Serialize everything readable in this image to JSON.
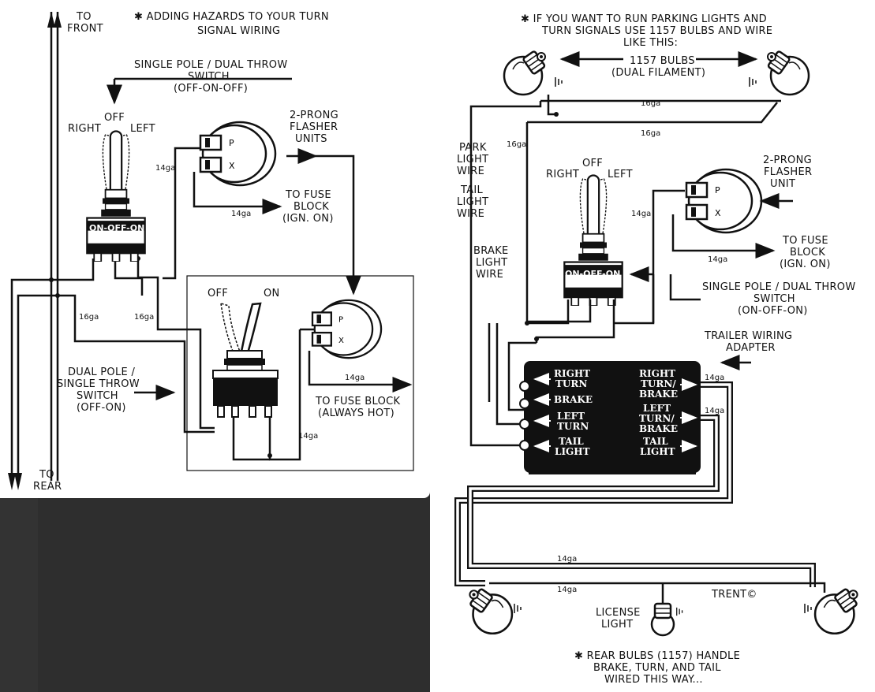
{
  "left": {
    "to_front": [
      "TO",
      "FRONT"
    ],
    "to_rear": [
      "TO",
      "REAR"
    ],
    "title": [
      "✱ ADDING HAZARDS TO YOUR TURN",
      "SIGNAL WIRING"
    ],
    "spdt_label": [
      "SINGLE POLE / DUAL THROW",
      "SWITCH",
      "(OFF-ON-OFF)"
    ],
    "toggle_off": "OFF",
    "toggle_right": "RIGHT",
    "toggle_left": "LEFT",
    "switch_text": "ON-OFF-ON",
    "flasher_label": [
      "2-PRONG",
      "FLASHER",
      "UNITS"
    ],
    "to_fuse_ign": [
      "TO FUSE",
      "BLOCK",
      "(IGN. ON)"
    ],
    "dpst_off": "OFF",
    "dpst_on": "ON",
    "dpst_label": [
      "DUAL POLE /",
      "SINGLE THROW",
      "SWITCH",
      "(OFF-ON)"
    ],
    "to_fuse_hot": [
      "TO FUSE BLOCK",
      "(ALWAYS HOT)"
    ],
    "gauge_14": "14ga",
    "gauge_16": "16ga"
  },
  "right": {
    "title": [
      "✱ IF YOU WANT TO RUN PARKING LIGHTS AND",
      "TURN SIGNALS USE 1157 BULBS AND WIRE",
      "LIKE THIS:"
    ],
    "bulbs_label": [
      "1157 BULBS",
      "(DUAL FILAMENT)"
    ],
    "park_wire": [
      "PARK",
      "LIGHT",
      "WIRE"
    ],
    "tail_wire": [
      "TAIL",
      "LIGHT",
      "WIRE"
    ],
    "brake_wire": [
      "BRAKE",
      "LIGHT",
      "WIRE"
    ],
    "toggle_off": "OFF",
    "toggle_right": "RIGHT",
    "toggle_left": "LEFT",
    "switch_text": "ON-OFF-ON",
    "flasher_label": [
      "2-PRONG",
      "FLASHER",
      "UNIT"
    ],
    "to_fuse_ign": [
      "TO FUSE",
      "BLOCK",
      "(IGN. ON)"
    ],
    "spdt_label": [
      "SINGLE POLE / DUAL THROW",
      "SWITCH",
      "(ON-OFF-ON)"
    ],
    "trailer_label": [
      "TRAILER WIRING",
      "ADAPTER"
    ],
    "adapter_left": [
      "RIGHT",
      "TURN",
      "BRAKE",
      "LEFT",
      "TURN",
      "TAIL",
      "LIGHT"
    ],
    "adapter_right": [
      "RIGHT",
      "TURN/",
      "BRAKE",
      "LEFT",
      "TURN/",
      "BRAKE",
      "TAIL",
      "LIGHT"
    ],
    "license_label": [
      "LICENSE",
      "LIGHT"
    ],
    "trent": "TRENT©",
    "rear_note": [
      "✱ REAR BULBS (1157) HANDLE",
      "BRAKE, TURN, AND TAIL",
      "WIRED THIS WAY..."
    ],
    "gauge_14": "14ga",
    "gauge_16": "16ga"
  }
}
